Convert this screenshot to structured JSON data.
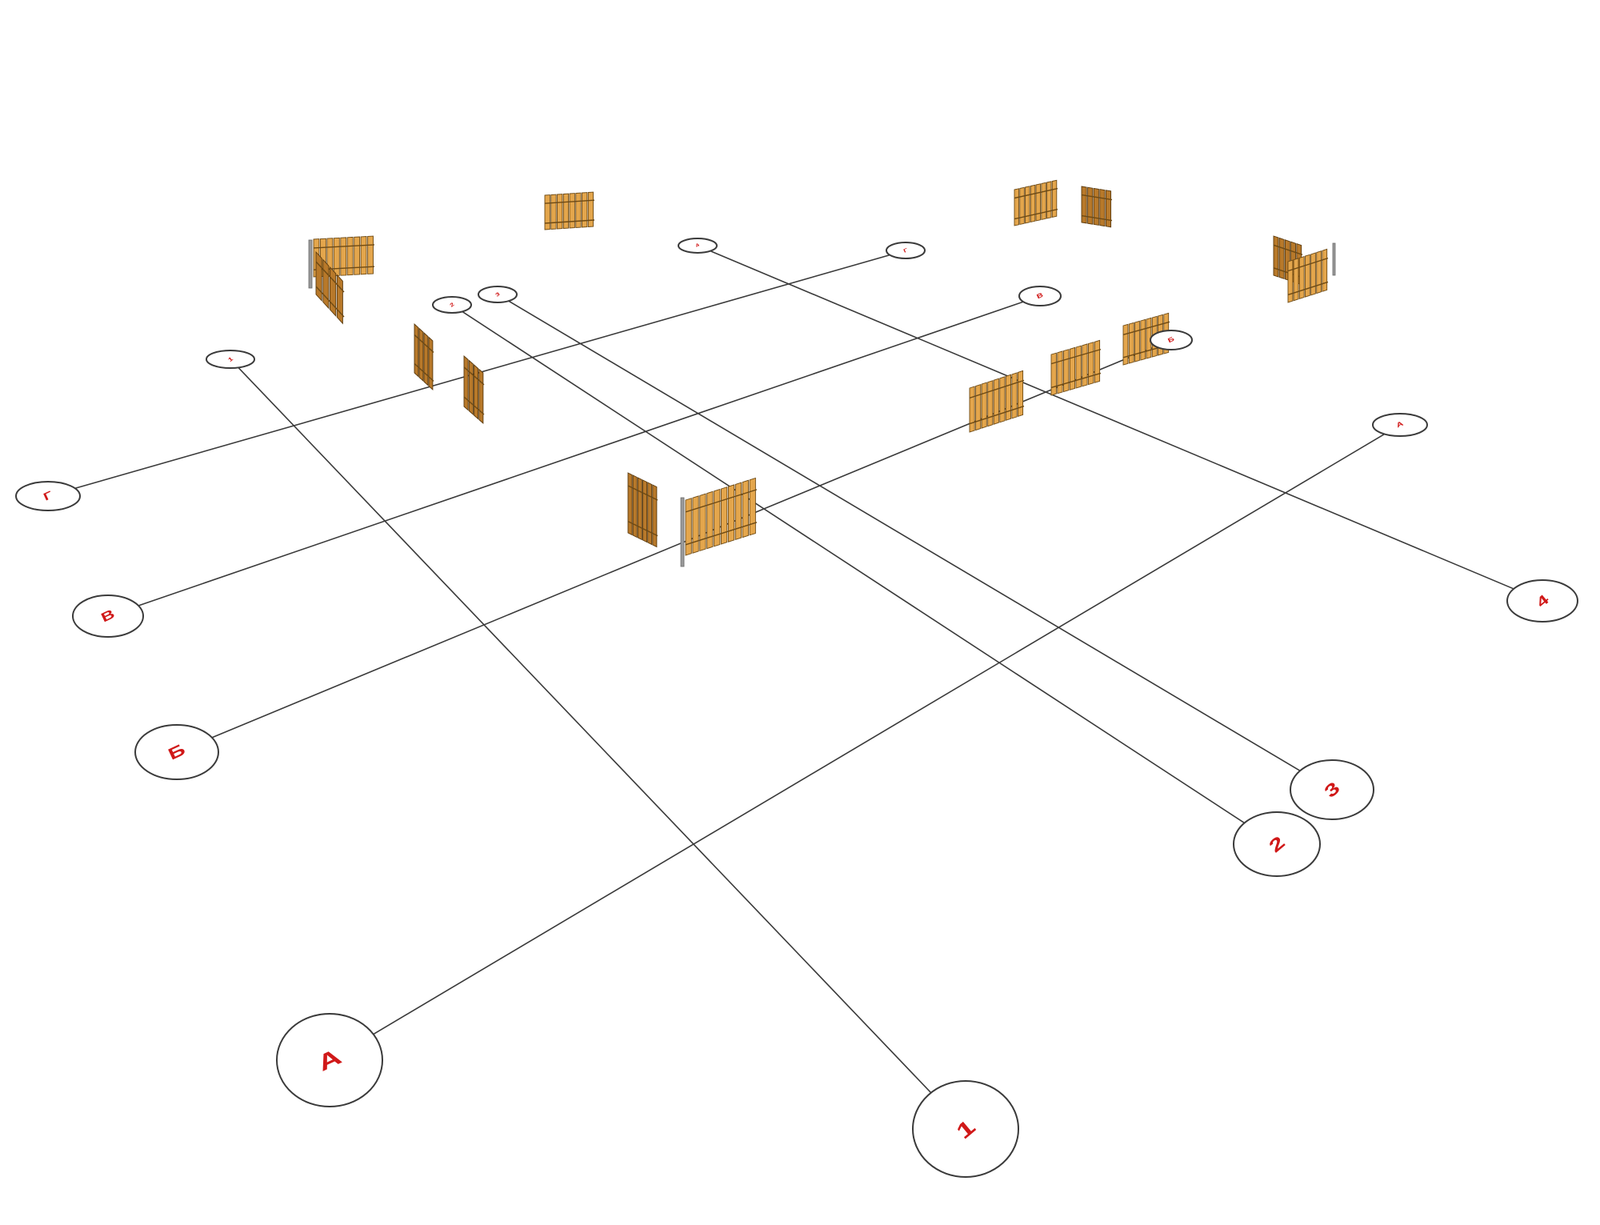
{
  "grid_axes": {
    "numbered": [
      {
        "id": "1",
        "label": "1"
      },
      {
        "id": "2",
        "label": "2"
      },
      {
        "id": "3",
        "label": "3"
      },
      {
        "id": "4",
        "label": "4"
      }
    ],
    "lettered": [
      {
        "id": "A",
        "label": "А"
      },
      {
        "id": "B",
        "label": "Б"
      },
      {
        "id": "V",
        "label": "В"
      },
      {
        "id": "G",
        "label": "Г"
      }
    ]
  },
  "colors": {
    "label": "#d01818",
    "line": "#3a3a3a",
    "wood": "#e4a64c",
    "wood_dark": "#b8792a"
  },
  "elements": {
    "fence_panels": "fence-panel",
    "posts": "metal-post"
  }
}
